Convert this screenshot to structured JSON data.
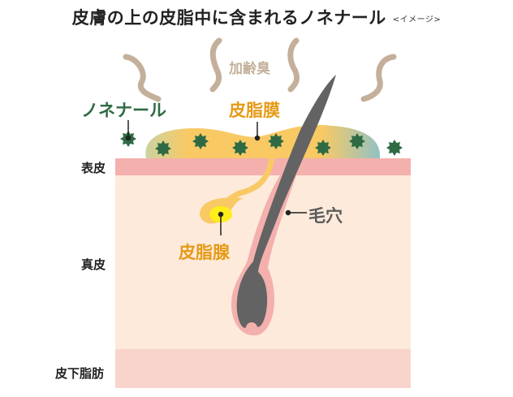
{
  "title": {
    "main": "皮膚の上の皮脂中に含まれるノネナール",
    "sub": "<イメージ>"
  },
  "labels": {
    "odor": "加齢臭",
    "nonenal": "ノネナール",
    "sebum_film": "皮脂膜",
    "sebaceous_gland": "皮脂腺",
    "pore": "毛穴"
  },
  "layers": [
    {
      "name": "表皮",
      "color": "#f4b0ad"
    },
    {
      "name": "真皮",
      "color": "#fdeadb"
    },
    {
      "name": "皮下脂肪",
      "color": "#f9d4cc"
    }
  ],
  "colors": {
    "sebum": "#f9c964",
    "nonenal": "#2e6b45",
    "hair": "#636363",
    "follicle": "#f4b0ad",
    "odor_wave": "#c4b09a",
    "gland_core": "#ffee1a"
  }
}
